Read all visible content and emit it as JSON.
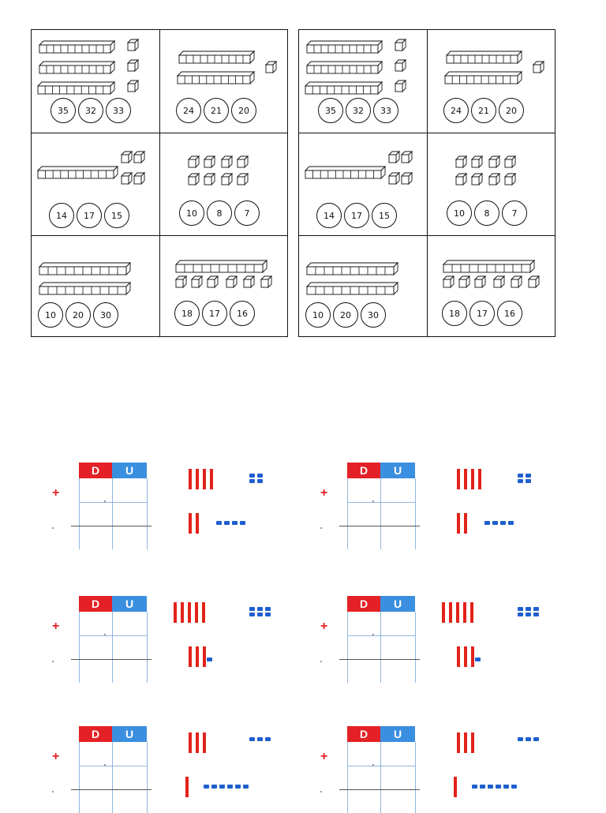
{
  "colors": {
    "tens": "#e2231a",
    "units": "#1f5fcf",
    "header_d": "#e32126",
    "header_u": "#3b8fe0"
  },
  "worksheet_top": {
    "left": [
      [
        "35",
        "32",
        "33"
      ],
      [
        "24",
        "21",
        "20"
      ],
      [
        "14",
        "17",
        "15"
      ],
      [
        "10",
        "8",
        "7"
      ],
      [
        "10",
        "20",
        "30"
      ],
      [
        "18",
        "17",
        "16"
      ]
    ],
    "right": [
      [
        "35",
        "32",
        "33"
      ],
      [
        "24",
        "21",
        "20"
      ],
      [
        "14",
        "17",
        "15"
      ],
      [
        "10",
        "8",
        "7"
      ],
      [
        "10",
        "20",
        "30"
      ],
      [
        "18",
        "17",
        "16"
      ]
    ]
  },
  "worksheet_bottom": {
    "header_d": "D",
    "header_u": "U",
    "plus": "+",
    "exercises": [
      {
        "a_tens": 4,
        "a_units": 4,
        "b_tens": 2,
        "b_units": 4
      },
      {
        "a_tens": 4,
        "a_units": 4,
        "b_tens": 2,
        "b_units": 4
      },
      {
        "a_tens": 5,
        "a_units": 6,
        "b_tens": 3,
        "b_units": 1
      },
      {
        "a_tens": 5,
        "a_units": 6,
        "b_tens": 3,
        "b_units": 1
      },
      {
        "a_tens": 3,
        "a_units": 3,
        "b_tens": 1,
        "b_units": 6
      },
      {
        "a_tens": 3,
        "a_units": 3,
        "b_tens": 1,
        "b_units": 6
      }
    ]
  }
}
